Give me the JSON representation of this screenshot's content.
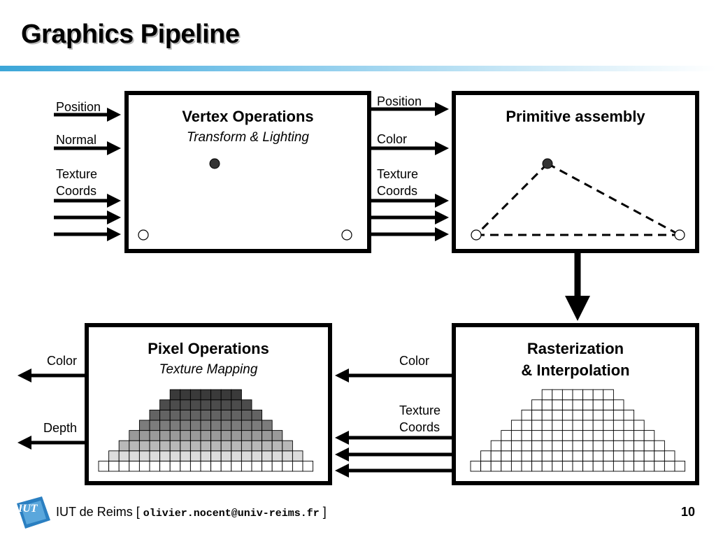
{
  "title": "Graphics Pipeline",
  "stages": {
    "vertex": {
      "title": "Vertex Operations",
      "subtitle": "Transform & Lighting"
    },
    "primitive": {
      "title": "Primitive assembly"
    },
    "raster": {
      "title_line1": "Rasterization",
      "title_line2": "& Interpolation"
    },
    "pixel": {
      "title": "Pixel Operations",
      "subtitle": "Texture Mapping"
    }
  },
  "labels": {
    "vertex_in_position": "Position",
    "vertex_in_normal": "Normal",
    "vertex_in_texture_1": "Texture",
    "vertex_in_texture_2": "Coords",
    "prim_in_position": "Position",
    "prim_in_color": "Color",
    "prim_in_texture_1": "Texture",
    "prim_in_texture_2": "Coords",
    "pixel_in_color": "Color",
    "pixel_in_texture_1": "Texture",
    "pixel_in_texture_2": "Coords",
    "out_color": "Color",
    "out_depth": "Depth"
  },
  "footer": {
    "institution": "IUT de Reims [",
    "email": "olivier.nocent@univ-reims.fr",
    "close_bracket": "]",
    "page": "10",
    "logo_text": "IUT"
  },
  "colors": {
    "title_bar": "#3ca6d8",
    "logo_blue": "#2a7fc1"
  }
}
